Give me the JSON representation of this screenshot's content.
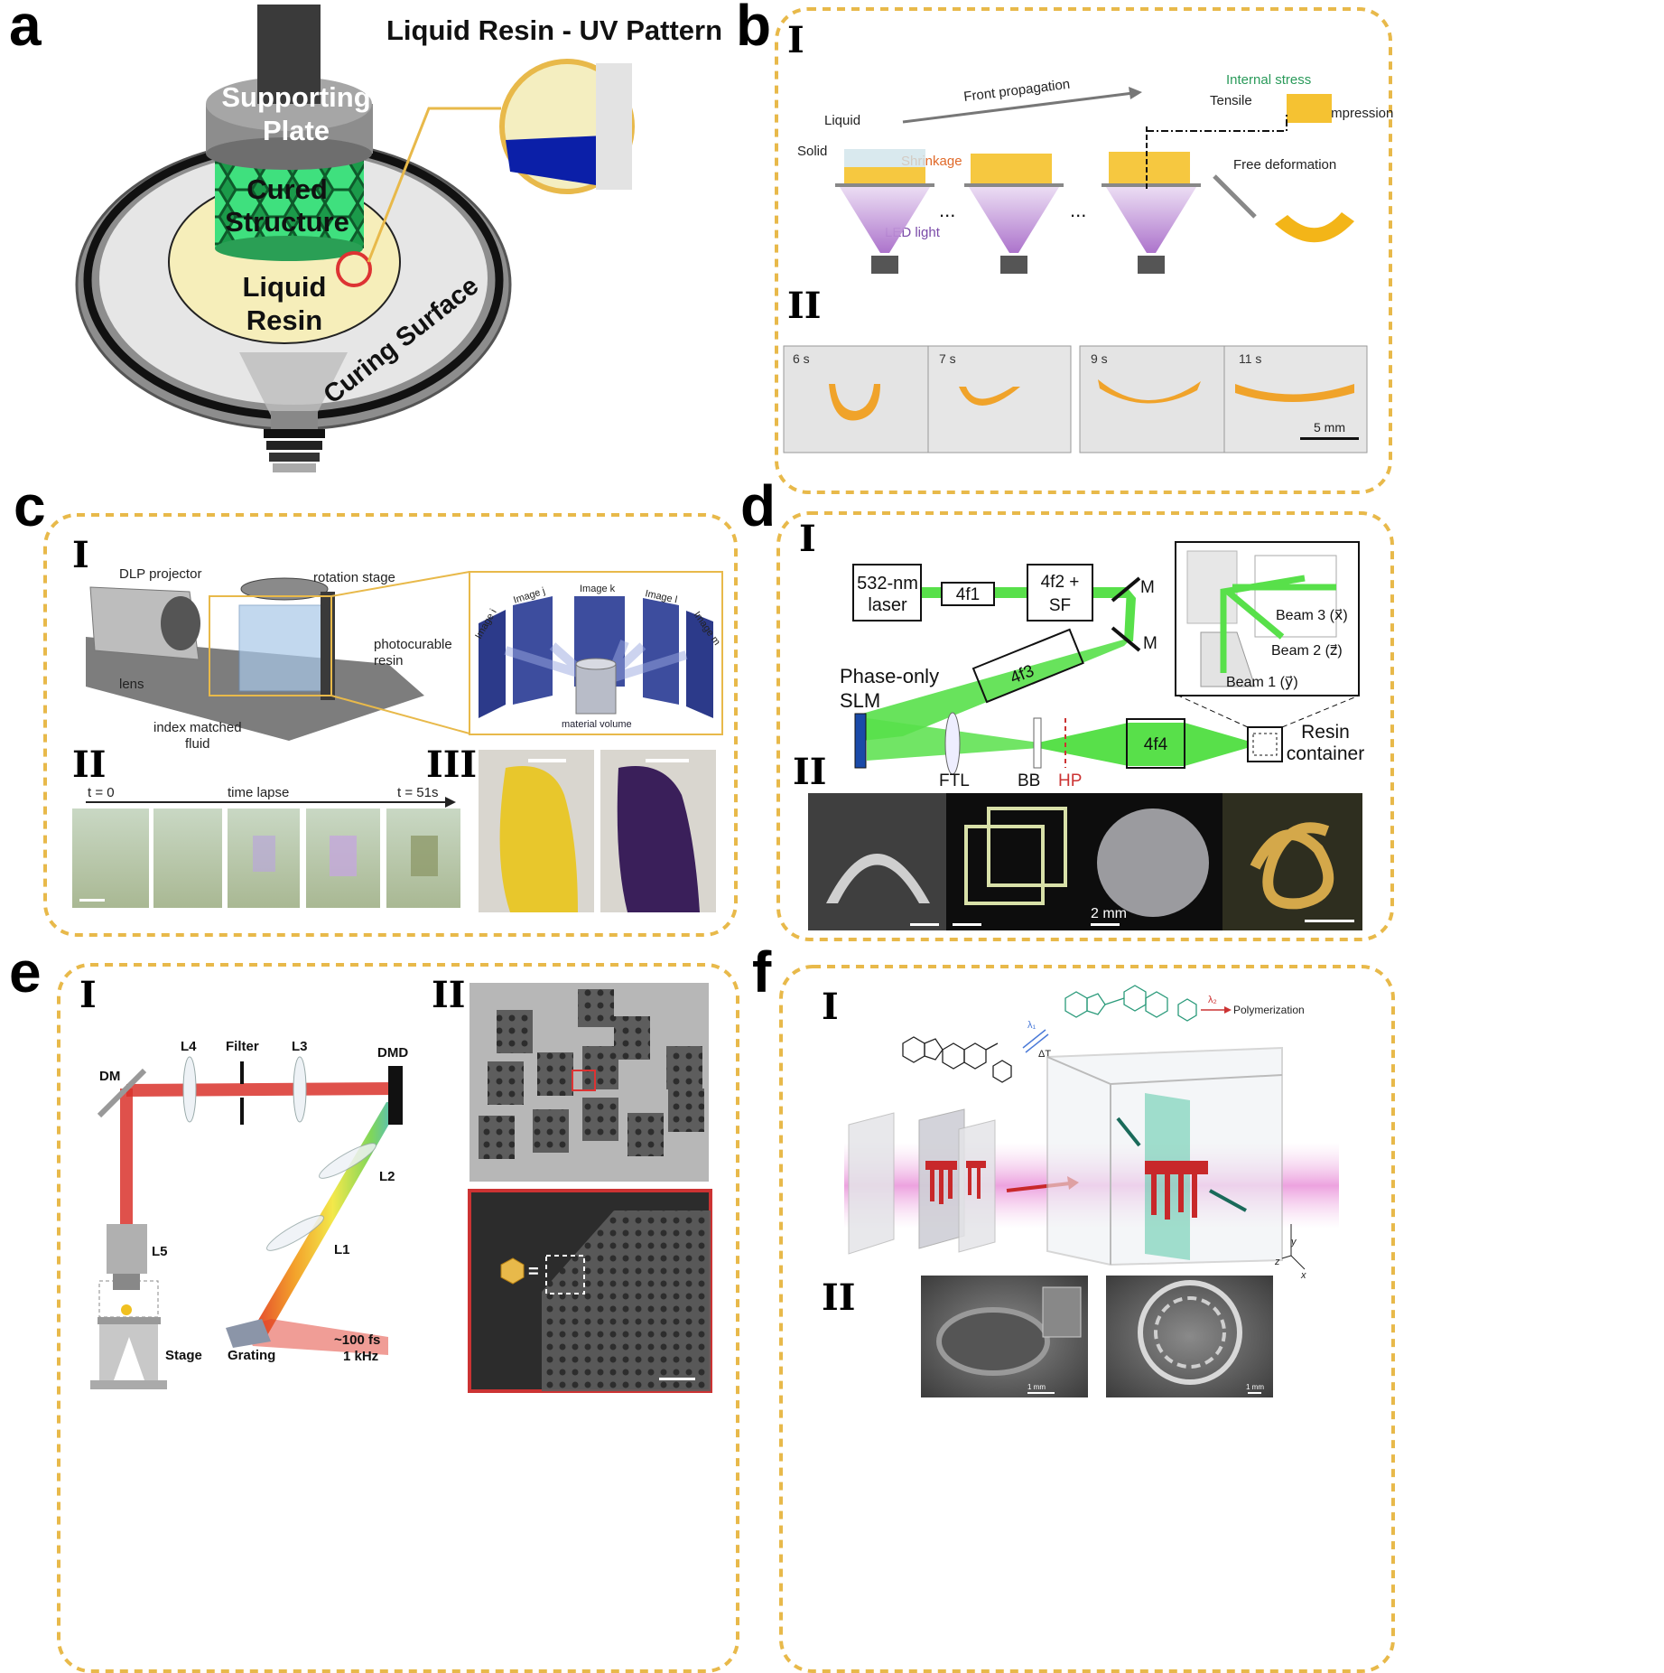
{
  "panels": {
    "a": {
      "letter": "a",
      "title": "Liquid Resin - UV Pattern",
      "supporting_plate": [
        "Supporting",
        "Plate"
      ],
      "cured_structure": [
        "Cured",
        "Structure"
      ],
      "liquid_resin": [
        "Liquid",
        "Resin"
      ],
      "curing_surface": "Curing Surface"
    },
    "b": {
      "letter": "b",
      "sub_I": "I",
      "sub_II": "II",
      "front_propagation": "Front propagation",
      "internal_stress": "Internal stress",
      "tensile": "Tensile",
      "compression": "Compression",
      "liquid": "Liquid",
      "solid": "Solid",
      "shrinkage": "Shrinkage",
      "led_light": "LED light",
      "free_deformation": "Free deformation",
      "ellipsis": "...",
      "frames": [
        "6 s",
        "7 s",
        "9 s",
        "11 s"
      ],
      "scale_bar": "5 mm"
    },
    "c": {
      "letter": "c",
      "sub_I": "I",
      "sub_II": "II",
      "sub_III": "III",
      "dlp_projector": "DLP projector",
      "rotation_stage": "rotation stage",
      "photocurable_resin": [
        "photocurable",
        "resin"
      ],
      "lens": "lens",
      "index_matched_fluid": [
        "index matched",
        "fluid"
      ],
      "images": [
        "Image i",
        "Image j",
        "Image k",
        "Image l",
        "Image m"
      ],
      "material_volume": "material volume",
      "t0": "t = 0",
      "time_lapse": "time lapse",
      "t51": "t = 51s"
    },
    "d": {
      "letter": "d",
      "sub_I": "I",
      "sub_II": "II",
      "laser": [
        "532-nm",
        "laser"
      ],
      "f1": "4f1",
      "f2": [
        "4f2 +",
        "SF"
      ],
      "f3": "4f3",
      "f4": "4f4",
      "mirror": "M",
      "slm": [
        "Phase-only",
        "SLM"
      ],
      "ftl": "FTL",
      "bb": "BB",
      "hp": "HP",
      "resin_container": [
        "Resin",
        "container"
      ],
      "beam3": "Beam 3 (x⃗)",
      "beam2": "Beam 2 (z⃗)",
      "beam1": "Beam 1 (y⃗)",
      "scale_2mm": "2 mm"
    },
    "e": {
      "letter": "e",
      "sub_I": "I",
      "sub_II": "II",
      "dm": "DM",
      "l4": "L4",
      "filter": "Filter",
      "l3": "L3",
      "dmd": "DMD",
      "l2": "L2",
      "l1": "L1",
      "l5": "L5",
      "stage": "Stage",
      "grating": "Grating",
      "pulse": [
        "~100 fs",
        "1 kHz"
      ]
    },
    "f": {
      "letter": "f",
      "sub_I": "I",
      "sub_II": "II",
      "lambda1": "λ₁",
      "delta_t": "ΔT",
      "lambda2": "λ₂",
      "polymerization": "Polymerization",
      "axis_y": "y",
      "axis_z": "z",
      "axis_x": "x",
      "scale_1mm": "1 mm"
    }
  },
  "colors": {
    "panel_border": "#e8b94a",
    "laser_green": "#58e04a",
    "laser_red": "#d9322b",
    "resin_yellow": "#f5e9a8",
    "cured_green": "#2ecf6a"
  }
}
